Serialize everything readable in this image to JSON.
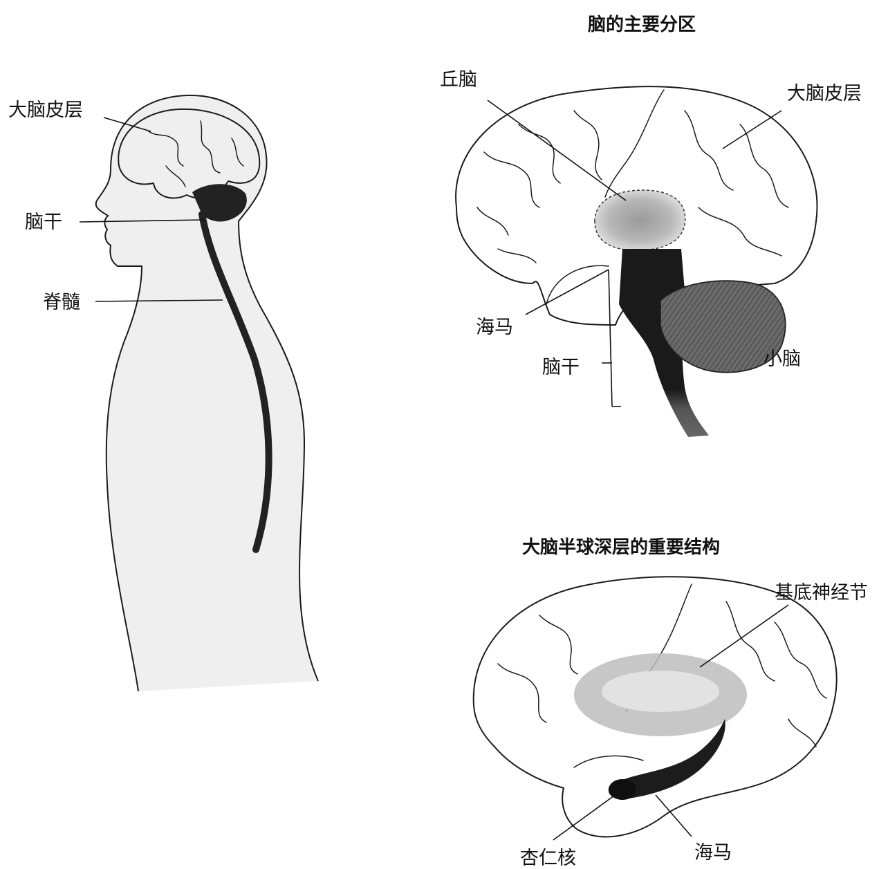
{
  "left_figure": {
    "labels": {
      "cortex": "大脑皮层",
      "brainstem": "脑干",
      "spinal_cord": "脊髓"
    }
  },
  "top_right_figure": {
    "title": "脑的主要分区",
    "labels": {
      "thalamus": "丘脑",
      "cortex": "大脑皮层",
      "hippocampus": "海马",
      "brainstem": "脑干",
      "cerebellum": "小脑"
    }
  },
  "bottom_right_figure": {
    "title": "大脑半球深层的重要结构",
    "labels": {
      "basal_ganglia": "基底神经节",
      "amygdala": "杏仁核",
      "hippocampus": "海马"
    }
  },
  "colors": {
    "ink": "#1a1a1a",
    "body_shading": "#ececec",
    "dark_structure": "#1c1c1c",
    "thalamus_gray": "#8a8a8a",
    "cerebellum_gray": "#5a5a5a",
    "basal_ganglia_gray": "#b5b5b5"
  }
}
